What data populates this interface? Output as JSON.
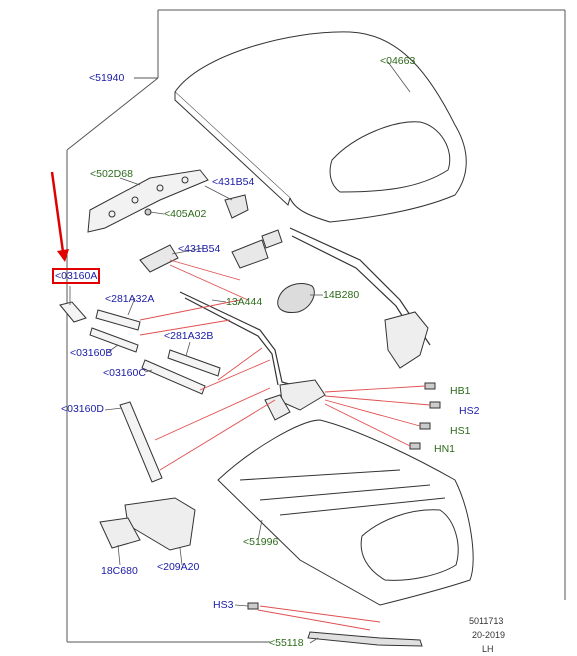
{
  "labels": {
    "l51940": "<51940",
    "l04663": "<04663",
    "l502D68": "<502D68",
    "l431B54a": "<431B54",
    "l405A02": "<405A02",
    "l431B54b": "<431B54",
    "l03160A": "<03160A",
    "l13A444": "13A444",
    "l14B280": "14B280",
    "l281A32A": "<281A32A",
    "l281A32B": "<281A32B",
    "l03160B": "<03160B",
    "l03160C": "<03160C",
    "l03160D": "<03160D",
    "lHB1": "HB1",
    "lHS2": "HS2",
    "lHS1": "HS1",
    "lHN1": "HN1",
    "l51996": "<51996",
    "l18C680": "18C680",
    "l209A20": "<209A20",
    "lHS3": "HS3",
    "l55118": "<55118"
  },
  "footer": {
    "code": "5011713",
    "date": "20-2019",
    "side": "LH"
  },
  "colors": {
    "part_number_blue": "#1a1aa8",
    "part_number_green": "#2c6a19",
    "highlight_red": "#e00000",
    "leader_red": "#e05050"
  }
}
